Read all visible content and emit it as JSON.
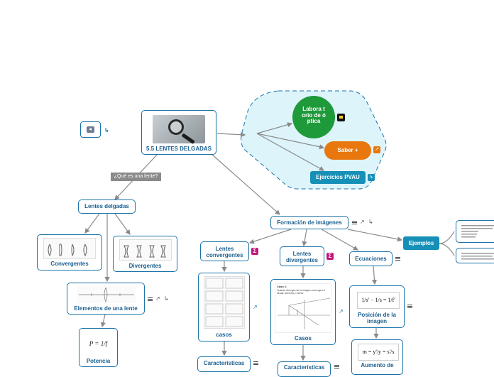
{
  "colors": {
    "accent": "#1a73a8",
    "blob_fill": "#ddf4fb",
    "green": "#1f9a3a",
    "orange": "#e8770e",
    "teal": "#1790b8",
    "connector_label_bg": "#8a8a8a"
  },
  "root": {
    "label": "5.5 LENTES DELGADAS",
    "icon": "magnifier-image"
  },
  "back_nav": {
    "icon": "back-arrow-icon",
    "badge": "back-link-icon"
  },
  "connector_label": "¿Qué es una lente?",
  "blob": {
    "green_node": "Labora torio de óptica",
    "orange_node": "Saber +",
    "teal_node": "Ejercicios PVAU"
  },
  "lentes_delgadas": {
    "label": "Lentes delgadas",
    "children": [
      {
        "label": "Convergentes"
      },
      {
        "label": "Divergentes"
      }
    ],
    "elementos": {
      "label": "Elementos de una lente"
    },
    "potencia": {
      "label": "Potencia",
      "formula": "P = 1/f"
    }
  },
  "formacion": {
    "label": "Formación de imágenes",
    "convergentes": {
      "label": "Lentes convergentes",
      "casos": "casos",
      "caracteristicas": "Características"
    },
    "divergentes": {
      "label": "Lentes divergentes",
      "casos": "Casos",
      "caracteristicas": "Características"
    },
    "ecuaciones": {
      "label": "Ecuaciones",
      "posicion": {
        "label": "Posición de la imagen",
        "formula": "1/s' − 1/s = 1/f'"
      },
      "aumento": {
        "label": "Aumento de",
        "formula": "m = y'/y = s'/s"
      }
    },
    "ejemplos": {
      "label": "Ejemplos"
    }
  },
  "div_caso_title": "Caso 1:",
  "div_caso_text": "Cuando diverges de la imagen converge en virtual, derecha y menor."
}
